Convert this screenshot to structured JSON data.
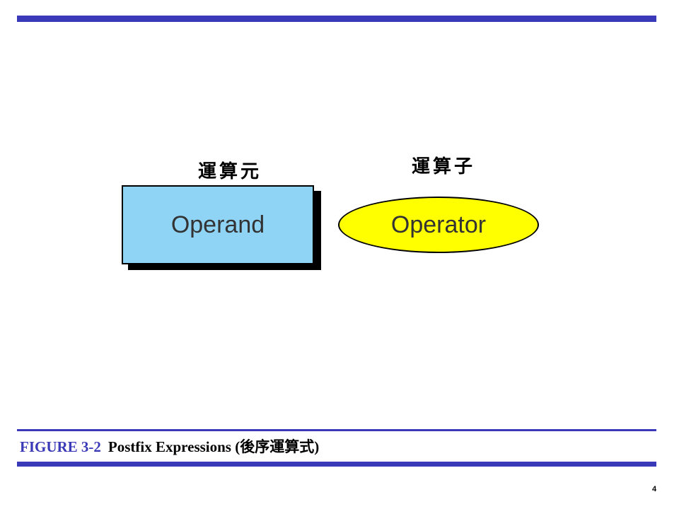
{
  "colors": {
    "rule": "#3a3ab8",
    "operand_fill": "#8fd3f5",
    "operator_fill": "#ffff00",
    "caption_figure": "#3a3ab8"
  },
  "diagram": {
    "operand": {
      "chinese_label": "運算元",
      "text": "Operand"
    },
    "operator": {
      "chinese_label": "運算子",
      "text": "Operator"
    }
  },
  "caption": {
    "figure_number": "FIGURE 3-2",
    "title": "Postfix Expressions (後序運算式)"
  },
  "page_number": "4"
}
